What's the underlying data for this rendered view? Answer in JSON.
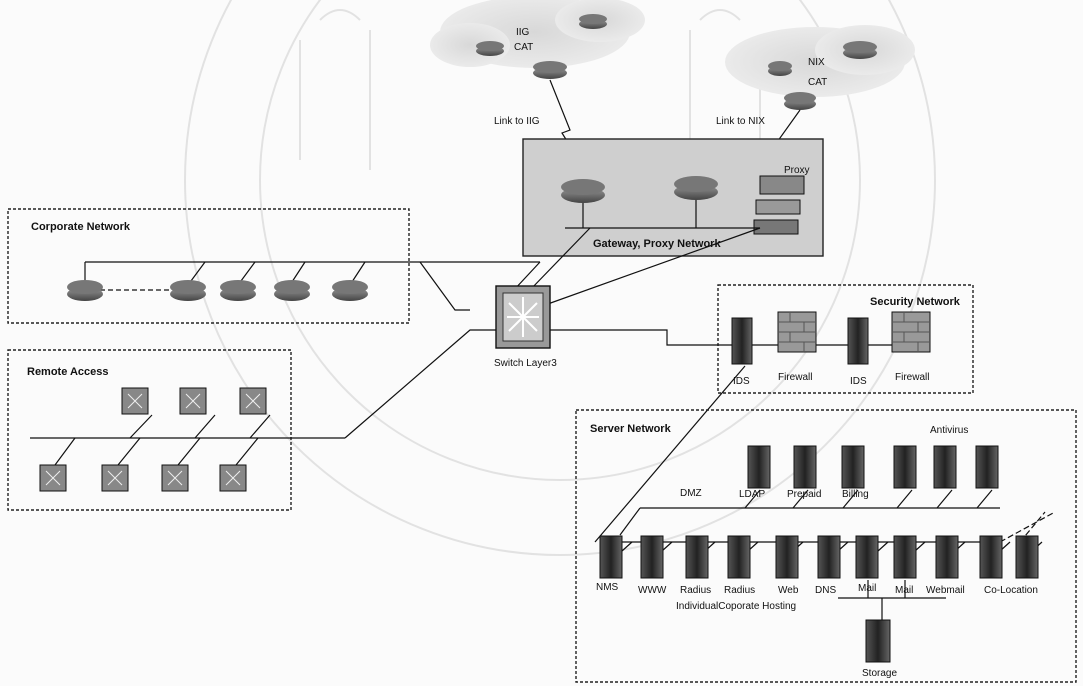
{
  "diagram": {
    "clouds": {
      "iig": {
        "labels": [
          "IIG",
          "CAT"
        ],
        "link_label": "Link to IIG"
      },
      "nix": {
        "labels": [
          "NIX",
          "CAT"
        ],
        "link_label": "Link to NIX"
      }
    },
    "gateway": {
      "title": "Gateway, Proxy Network",
      "proxy_label": "Proxy"
    },
    "corporate": {
      "title": "Corporate Network"
    },
    "remote": {
      "title": "Remote Access"
    },
    "switch": {
      "label": "Switch Layer3"
    },
    "security": {
      "title": "Security Network",
      "devices": [
        "IDS",
        "Firewall",
        "IDS",
        "Firewall"
      ]
    },
    "server": {
      "title": "Server Network",
      "top_labels": [
        "DMZ",
        "LDAP",
        "Prepaid",
        "Billing"
      ],
      "antivirus_label": "Antivirus",
      "bottom_labels": [
        "NMS",
        "WWW",
        "Radius",
        "Radius",
        "Web",
        "DNS",
        "Mail",
        "Mail",
        "Webmail",
        "Co-Location"
      ],
      "hosting_label": "IndividualCoporate Hosting",
      "storage_label": "Storage"
    }
  }
}
